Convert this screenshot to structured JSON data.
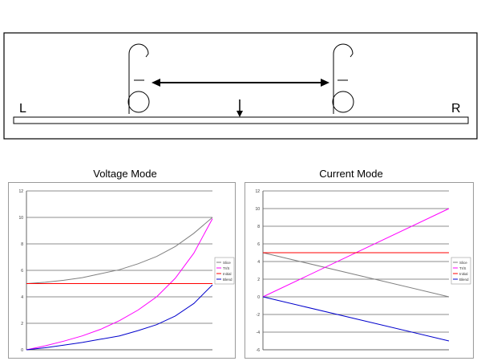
{
  "diagram": {
    "left_label": "L",
    "right_label": "R"
  },
  "chart_data": [
    {
      "type": "line",
      "title": "Voltage Mode",
      "xlabel": "",
      "ylabel": "",
      "xlim": [
        0,
        10
      ],
      "ylim": [
        0,
        12
      ],
      "yticks": [
        "0",
        "2",
        "4",
        "6",
        "8",
        "10",
        "12"
      ],
      "grid": true,
      "legend_position": "right",
      "series": [
        {
          "name": "Slice",
          "color": "#808080",
          "x": [
            0,
            1,
            2,
            3,
            4,
            5,
            6,
            7,
            8,
            9,
            10
          ],
          "y": [
            5.0,
            5.1,
            5.25,
            5.45,
            5.75,
            6.05,
            6.5,
            7.05,
            7.8,
            8.8,
            10.0
          ]
        },
        {
          "name": "Tr/S",
          "color": "#ff00ff",
          "x": [
            0,
            1,
            2,
            3,
            4,
            5,
            6,
            7,
            8,
            9,
            10
          ],
          "y": [
            0.0,
            0.3,
            0.65,
            1.05,
            1.55,
            2.2,
            3.0,
            4.0,
            5.4,
            7.3,
            9.9
          ]
        },
        {
          "name": "Initial",
          "color": "#ff0000",
          "x": [
            0,
            10
          ],
          "y": [
            5.0,
            5.0
          ]
        },
        {
          "name": "Blend",
          "color": "#0000cc",
          "x": [
            0,
            1,
            2,
            3,
            4,
            5,
            6,
            7,
            8,
            9,
            10
          ],
          "y": [
            0.0,
            0.15,
            0.35,
            0.55,
            0.8,
            1.05,
            1.45,
            1.9,
            2.55,
            3.5,
            4.9
          ]
        }
      ]
    },
    {
      "type": "line",
      "title": "Current Mode",
      "xlabel": "",
      "ylabel": "",
      "xlim": [
        0,
        10
      ],
      "ylim": [
        -6,
        12
      ],
      "yticks": [
        "-6",
        "-4",
        "-2",
        "0",
        "2",
        "4",
        "6",
        "8",
        "10",
        "12"
      ],
      "grid": true,
      "legend_position": "right",
      "series": [
        {
          "name": "Slice",
          "color": "#808080",
          "x": [
            0,
            10
          ],
          "y": [
            5.0,
            0.0
          ]
        },
        {
          "name": "Tr/S",
          "color": "#ff00ff",
          "x": [
            0,
            10
          ],
          "y": [
            0.0,
            10.0
          ]
        },
        {
          "name": "Initial",
          "color": "#ff0000",
          "x": [
            0,
            10
          ],
          "y": [
            5.0,
            5.0
          ]
        },
        {
          "name": "Blend",
          "color": "#0000cc",
          "x": [
            0,
            10
          ],
          "y": [
            0.0,
            -5.0
          ]
        }
      ]
    }
  ]
}
